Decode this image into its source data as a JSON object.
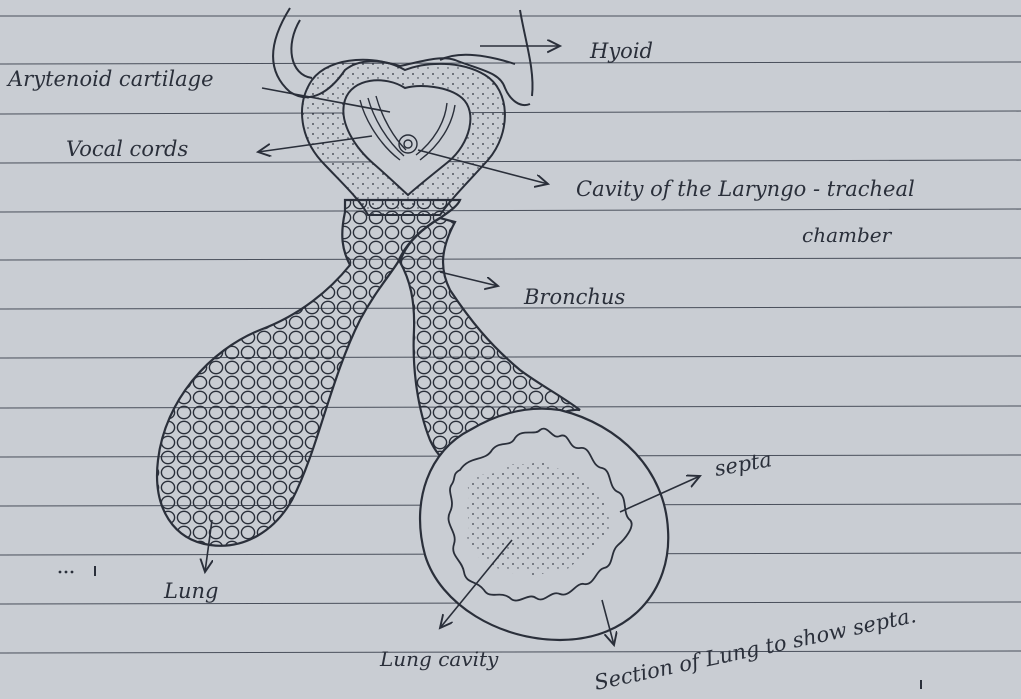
{
  "labels": {
    "arytenoid": "Arytenoid cartilage",
    "hyoid": "Hyoid",
    "vocal_cords": "Vocal cords",
    "cavity_line1": "Cavity of the Laryngo - tracheal",
    "cavity_line2": "chamber",
    "bronchus": "Bronchus",
    "septa": "septa",
    "lung": "Lung",
    "lung_cavity": "Lung cavity",
    "section": "Section of Lung to show septa."
  },
  "colors": {
    "paper": "#c9cdd3",
    "ruled_line": "#1f2633",
    "ink": "#2a2f3a"
  }
}
